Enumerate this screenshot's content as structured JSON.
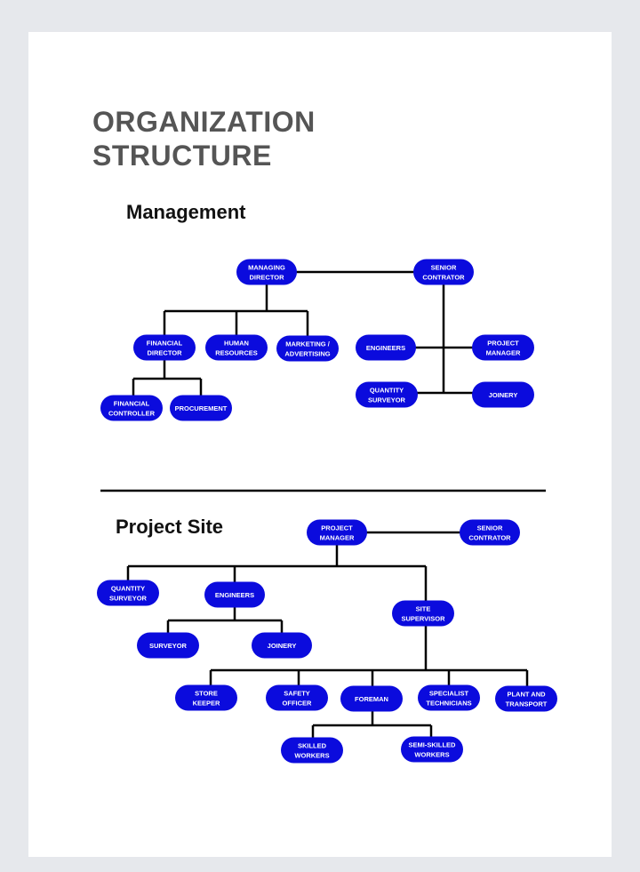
{
  "document": {
    "title_line1": "ORGANIZATION",
    "title_line2": "STRUCTURE"
  },
  "colors": {
    "node_fill": "#0b0bdd",
    "node_text": "#ffffff",
    "connector": "#000000",
    "title": "#555555"
  },
  "sections": {
    "management": {
      "heading": "Management",
      "nodes": [
        {
          "id": "md",
          "label": [
            "MANAGING",
            "DIRECTOR"
          ]
        },
        {
          "id": "sc",
          "label": [
            "SENIOR",
            "CONTRATOR"
          ]
        },
        {
          "id": "fd",
          "label": [
            "FINANCIAL",
            "DIRECTOR"
          ]
        },
        {
          "id": "hr",
          "label": [
            "HUMAN",
            "RESOURCES"
          ]
        },
        {
          "id": "mk",
          "label": [
            "MARKETING /",
            "ADVERTISING"
          ]
        },
        {
          "id": "en",
          "label": [
            "ENGINEERS"
          ]
        },
        {
          "id": "pm",
          "label": [
            "PROJECT",
            "MANAGER"
          ]
        },
        {
          "id": "qs",
          "label": [
            "QUANTITY",
            "SURVEYOR"
          ]
        },
        {
          "id": "jo",
          "label": [
            "JOINERY"
          ]
        },
        {
          "id": "fc",
          "label": [
            "FINANCIAL",
            "CONTROLLER"
          ]
        },
        {
          "id": "pr",
          "label": [
            "PROCUREMENT"
          ]
        }
      ],
      "links": [
        [
          "md",
          "sc"
        ],
        [
          "md",
          "fd"
        ],
        [
          "md",
          "hr"
        ],
        [
          "md",
          "mk"
        ],
        [
          "fd",
          "fc"
        ],
        [
          "fd",
          "pr"
        ],
        [
          "sc",
          "en"
        ],
        [
          "sc",
          "pm"
        ],
        [
          "sc",
          "qs"
        ],
        [
          "sc",
          "jo"
        ]
      ]
    },
    "project_site": {
      "heading": "Project Site",
      "nodes": [
        {
          "id": "pm",
          "label": [
            "PROJECT",
            "MANAGER"
          ]
        },
        {
          "id": "sc",
          "label": [
            "SENIOR",
            "CONTRATOR"
          ]
        },
        {
          "id": "qs",
          "label": [
            "QUANTITY",
            "SURVEYOR"
          ]
        },
        {
          "id": "en",
          "label": [
            "ENGINEERS"
          ]
        },
        {
          "id": "ss",
          "label": [
            "SITE",
            "SUPERVISOR"
          ]
        },
        {
          "id": "sv",
          "label": [
            "SURVEYOR"
          ]
        },
        {
          "id": "jo",
          "label": [
            "JOINERY"
          ]
        },
        {
          "id": "sk",
          "label": [
            "STORE",
            "KEEPER"
          ]
        },
        {
          "id": "so",
          "label": [
            "SAFETY",
            "OFFICER"
          ]
        },
        {
          "id": "fm",
          "label": [
            "FOREMAN"
          ]
        },
        {
          "id": "st",
          "label": [
            "SPECIALIST",
            "TECHNICIANS"
          ]
        },
        {
          "id": "pt",
          "label": [
            "PLANT AND",
            "TRANSPORT"
          ]
        },
        {
          "id": "sw",
          "label": [
            "SKILLED",
            "WORKERS"
          ]
        },
        {
          "id": "ssw",
          "label": [
            "SEMI-SKILLED",
            "WORKERS"
          ]
        }
      ],
      "links": [
        [
          "pm",
          "sc"
        ],
        [
          "pm",
          "qs"
        ],
        [
          "pm",
          "en"
        ],
        [
          "pm",
          "ss"
        ],
        [
          "en",
          "sv"
        ],
        [
          "en",
          "jo"
        ],
        [
          "ss",
          "sk"
        ],
        [
          "ss",
          "so"
        ],
        [
          "ss",
          "fm"
        ],
        [
          "ss",
          "st"
        ],
        [
          "ss",
          "pt"
        ],
        [
          "fm",
          "sw"
        ],
        [
          "fm",
          "ssw"
        ]
      ]
    }
  }
}
